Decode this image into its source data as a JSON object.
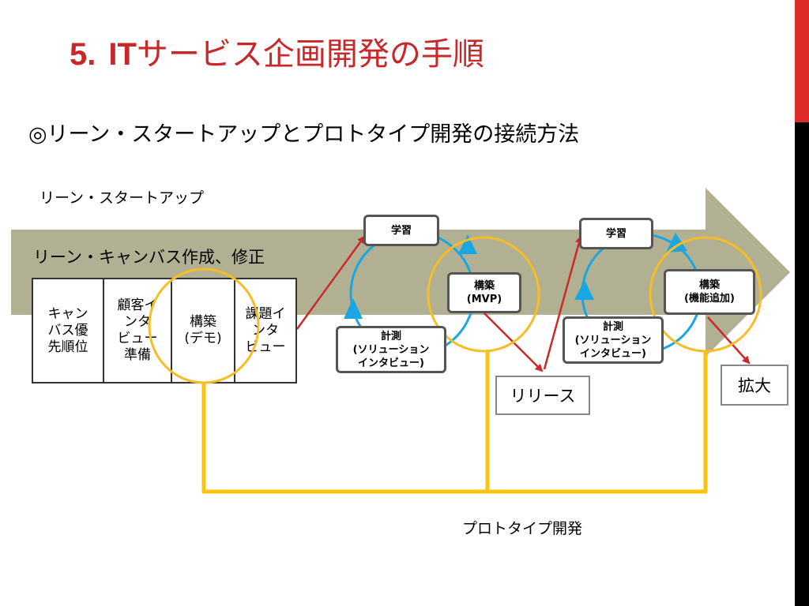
{
  "slide": {
    "title_number": "5.",
    "title_it": "IT",
    "title_rest": "サービス企画開発の手順",
    "subtitle": "◎リーン・スタートアップとプロトタイプ開発の接続方法",
    "colors": {
      "title": "#c8282a",
      "arrow_band": "#b2b092",
      "cycle": "#1aa6e0",
      "circle": "#f6bd27",
      "connector": "#fbc30e",
      "red_arrow": "#cc2a2a",
      "side_red": "#e02b2b",
      "side_black": "#000000"
    }
  },
  "diagram": {
    "lean_startup_label": "リーン・スタートアップ",
    "canvas_label": "リーン・キャンバス作成、修正",
    "cells": [
      "キャン\nバス優\n先順位",
      "顧客イ\nンタ\nビュー\n準備",
      "構築\n(デモ)",
      "課題イ\nンタ\nビュー"
    ],
    "cycle1": {
      "learn": "学習",
      "build": "構築\n(MVP)",
      "measure": "計測\n(ソリューション\nインタビュー)"
    },
    "cycle2": {
      "learn": "学習",
      "build": "構築\n(機能追加)",
      "measure": "計測\n(ソリューション\nインタビュー)"
    },
    "release": "リリース",
    "expand": "拡大",
    "prototype_label": "プロトタイプ開発"
  }
}
